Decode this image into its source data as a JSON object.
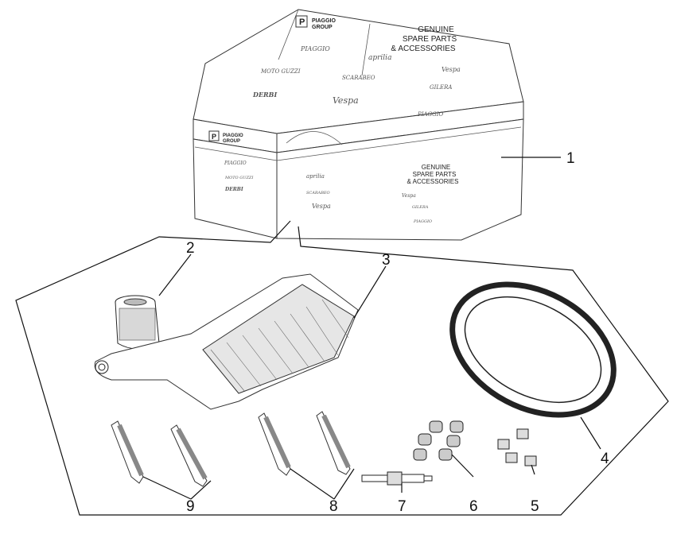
{
  "box": {
    "logo_main": "PIAGGIO",
    "logo_sub": "GROUP",
    "tagline_1": "GENUINE",
    "tagline_2": "SPARE PARTS",
    "tagline_3": "& ACCESSORIES",
    "brands": [
      "PIAGGIO",
      "aprilia",
      "Vespa",
      "MOTO GUZZI",
      "SCARABEO",
      "GILERA",
      "DERBI"
    ]
  },
  "callouts": [
    "1",
    "2",
    "3",
    "4",
    "5",
    "6",
    "7",
    "8",
    "9"
  ],
  "colors": {
    "line": "#111111",
    "fill": "#ffffff",
    "shade": "#cfcfcf"
  }
}
